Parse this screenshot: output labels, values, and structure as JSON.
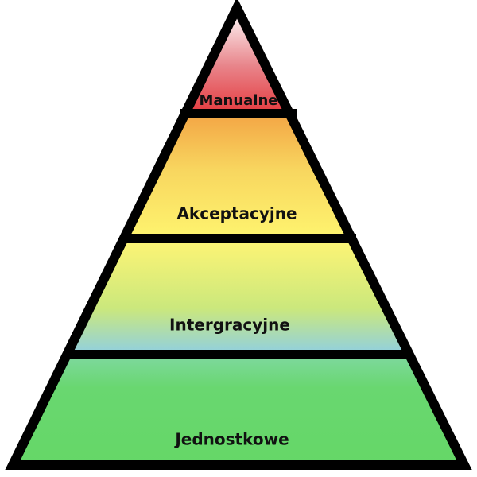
{
  "pyramid": {
    "layers": [
      {
        "label": "Manualne",
        "colors": [
          "#ffffff",
          "#e8848a",
          "#e53b3f"
        ]
      },
      {
        "label": "Akceptacyjne",
        "colors": [
          "#f3a545",
          "#f8d65f",
          "#fef46f"
        ]
      },
      {
        "label": "Intergracyjne",
        "colors": [
          "#fff575",
          "#cbe87c",
          "#8fcfe2"
        ]
      },
      {
        "label": "Jednostkowe",
        "colors": [
          "#7fd8a0",
          "#69d770",
          "#65d767"
        ]
      }
    ],
    "outline_color": "#000000"
  }
}
